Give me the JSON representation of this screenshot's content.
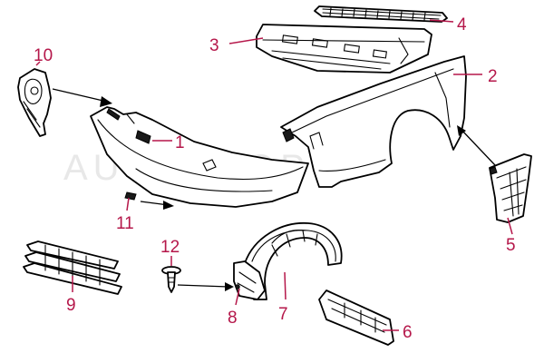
{
  "watermark": "AUTOSHOP",
  "colors": {
    "callout": "#b5174a",
    "line": "#000000",
    "background": "#ffffff"
  },
  "callouts": [
    {
      "id": "1",
      "label": "1",
      "part": "front bumper"
    },
    {
      "id": "2",
      "label": "2",
      "part": "front fender"
    },
    {
      "id": "3",
      "label": "3",
      "part": "cowl panel"
    },
    {
      "id": "4",
      "label": "4",
      "part": "cowl vent grille"
    },
    {
      "id": "5",
      "label": "5",
      "part": "fender lower extension panel"
    },
    {
      "id": "6",
      "label": "6",
      "part": "mud flap bracket"
    },
    {
      "id": "7",
      "label": "7",
      "part": "inner fender liner"
    },
    {
      "id": "8",
      "label": "8",
      "part": "liner mounting point"
    },
    {
      "id": "9",
      "label": "9",
      "part": "bumper grille insert"
    },
    {
      "id": "10",
      "label": "10",
      "part": "bumper side bracket"
    },
    {
      "id": "11",
      "label": "11",
      "part": "bumper clip"
    },
    {
      "id": "12",
      "label": "12",
      "part": "push-in retainer clip"
    }
  ]
}
